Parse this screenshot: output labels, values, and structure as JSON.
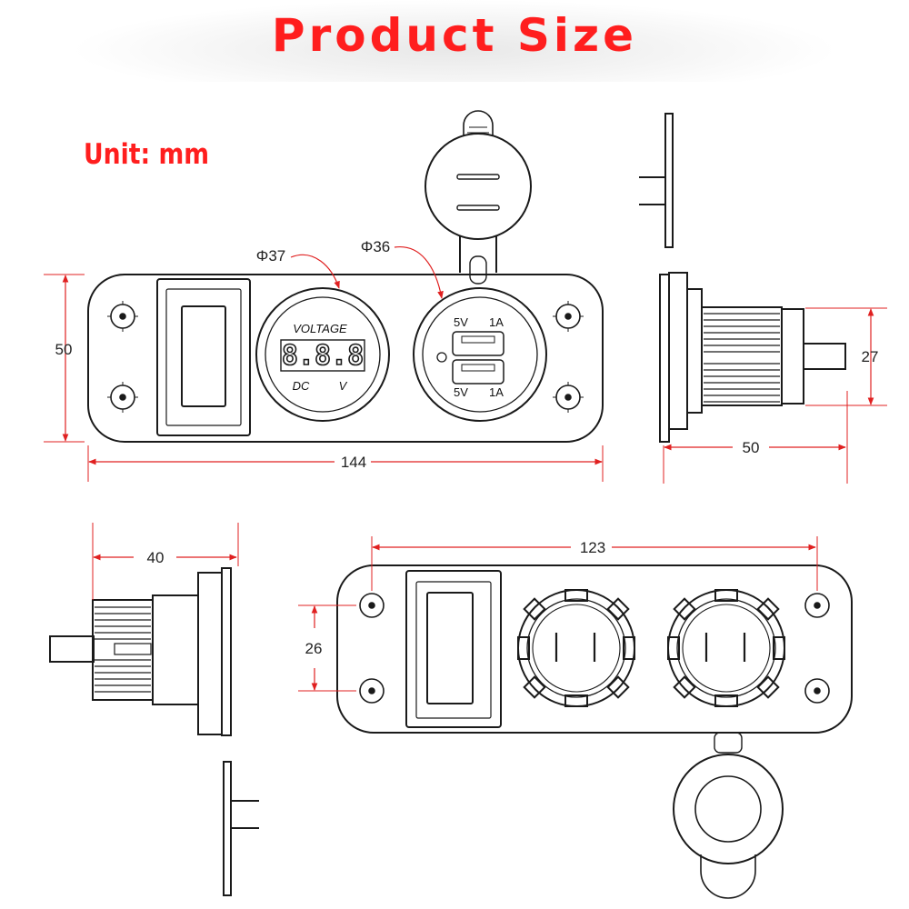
{
  "title": "Product Size",
  "unit_label": "Unit: mm",
  "colors": {
    "title": "#ff1e1e",
    "line": "#1a1a1a",
    "dimension": "#e02020"
  },
  "front_view": {
    "voltmeter_label": "VOLTAGE",
    "display_digits": "8.8.8",
    "dc_label": "DC",
    "v_label": "V",
    "usb_top_voltage": "5V",
    "usb_top_current": "1A",
    "usb_bottom_voltage": "5V",
    "usb_bottom_current": "1A",
    "voltmeter_diameter": "Φ37",
    "usb_diameter": "Φ36",
    "width": "144",
    "height": "50"
  },
  "side_view_right": {
    "thread_diameter": "27",
    "depth": "50"
  },
  "side_view_left": {
    "depth": "40"
  },
  "back_view": {
    "hole_spacing_x": "123",
    "hole_spacing_y": "26"
  }
}
